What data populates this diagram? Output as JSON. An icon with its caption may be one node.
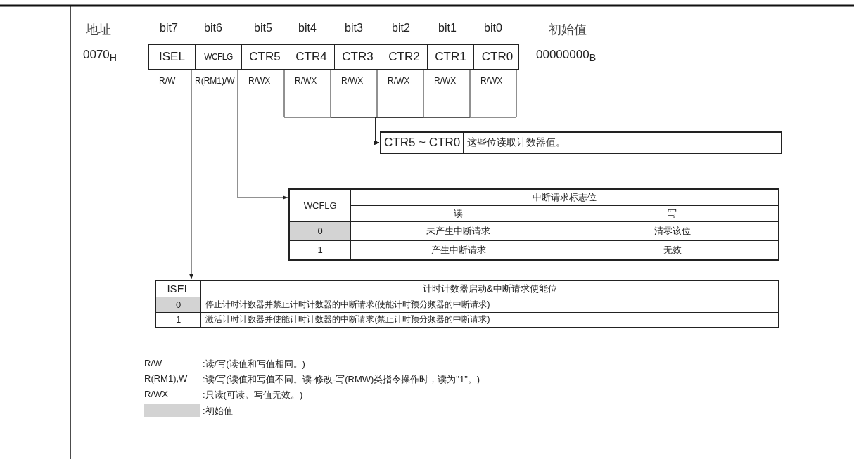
{
  "diagram": {
    "nodes": [
      {
        "text": [
          "ISEL"
        ]
      },
      {
        "text": [
          "WCFLG"
        ]
      },
      {
        "text": [
          "CTR5"
        ]
      },
      {
        "text": [
          "CTR4"
        ]
      },
      {
        "text": [
          "CTR3"
        ]
      },
      {
        "text": [
          "CTR2"
        ]
      },
      {
        "text": [
          "CTR1"
        ]
      },
      {
        "text": [
          "CTR0"
        ]
      },
      {
        "text": [
          "CTR5 ~ CTR0",
          "这些位读取计数器值。"
        ]
      },
      {
        "text": [
          "WCFLG",
          "中断请求标志位",
          "读",
          "写",
          "0",
          "未产生中断请求",
          "清零该位",
          "1",
          "产生中断请求",
          "无效"
        ]
      },
      {
        "text": [
          "ISEL",
          "计时计数器启动&中断请求使能位",
          "0",
          "停止计时计数器并禁止计时计数器的中断请求(使能计时预分频器的中断请求)",
          "1",
          "激活计时计数器并使能计时计数器的中断请求(禁止计时预分频器的中断请求)"
        ]
      }
    ],
    "edges": [
      {
        "from": 0,
        "to": 10,
        "arrow": "to"
      },
      {
        "from": 1,
        "to": 9,
        "arrow": "to"
      },
      {
        "from": 2,
        "to": 8,
        "arrow": "to"
      },
      {
        "from": 3,
        "to": 8,
        "arrow": "to"
      },
      {
        "from": 4,
        "to": 8,
        "arrow": "to"
      },
      {
        "from": 5,
        "to": 8,
        "arrow": "to"
      },
      {
        "from": 6,
        "to": 8,
        "arrow": "to"
      },
      {
        "from": 7,
        "to": 8,
        "arrow": "to"
      }
    ],
    "labels": [
      "地址",
      "bit7",
      "bit6",
      "bit5",
      "bit4",
      "bit3",
      "bit2",
      "bit1",
      "bit0",
      "初始值",
      "0070$_{H}$",
      "00000000$_{B}$",
      "R/W",
      "R(RM1)/W",
      "R/WX",
      "R/WX",
      "R/WX",
      "R/WX",
      "R/WX",
      "R/WX",
      "R/W",
      ":读/写(读值和写值相同。)",
      "R(RM1),W",
      ":读/写(读值和写值不同。读-修改-写(RMW)类指令操作时，读为\"1\"。)",
      "R/WX",
      ":只读(可读。写值无效。)"
    ],
    "legend": [
      {
        "text": ":初始值",
        "color": "#d3d3d3"
      }
    ]
  }
}
